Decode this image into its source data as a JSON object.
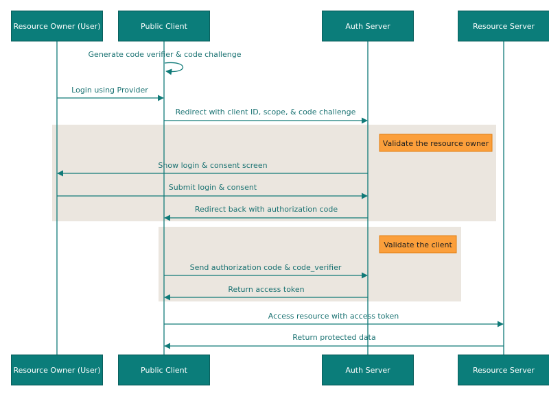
{
  "colors": {
    "actor_fill": "#0b7d7a",
    "actor_border": "#0a5f5d",
    "line": "#107a78",
    "text": "#1a7272",
    "group_bg": "#ebe6df",
    "note_fill": "#fb9f3b",
    "note_border": "#e07d12"
  },
  "actors": [
    {
      "id": "owner",
      "label": "Resource Owner (User)"
    },
    {
      "id": "client",
      "label": "Public Client"
    },
    {
      "id": "auth",
      "label": "Auth Server"
    },
    {
      "id": "resource",
      "label": "Resource Server"
    }
  ],
  "messages": [
    {
      "from": "client",
      "to": "client",
      "label": "Generate code verifier & code challenge",
      "self": true
    },
    {
      "from": "owner",
      "to": "client",
      "label": "Login using Provider"
    },
    {
      "from": "client",
      "to": "auth",
      "label": "Redirect with client ID, scope, & code challenge"
    },
    {
      "from": "auth",
      "to": "owner",
      "label": "Show login & consent screen"
    },
    {
      "from": "owner",
      "to": "auth",
      "label": "Submit login & consent"
    },
    {
      "from": "auth",
      "to": "client",
      "label": "Redirect back with authorization code"
    },
    {
      "from": "client",
      "to": "auth",
      "label": "Send authorization code & code_verifier"
    },
    {
      "from": "auth",
      "to": "client",
      "label": "Return access token"
    },
    {
      "from": "client",
      "to": "resource",
      "label": "Access resource with access token"
    },
    {
      "from": "resource",
      "to": "client",
      "label": "Return protected data"
    }
  ],
  "notes": [
    {
      "label": "Validate the resource owner"
    },
    {
      "label": "Validate the client"
    }
  ]
}
